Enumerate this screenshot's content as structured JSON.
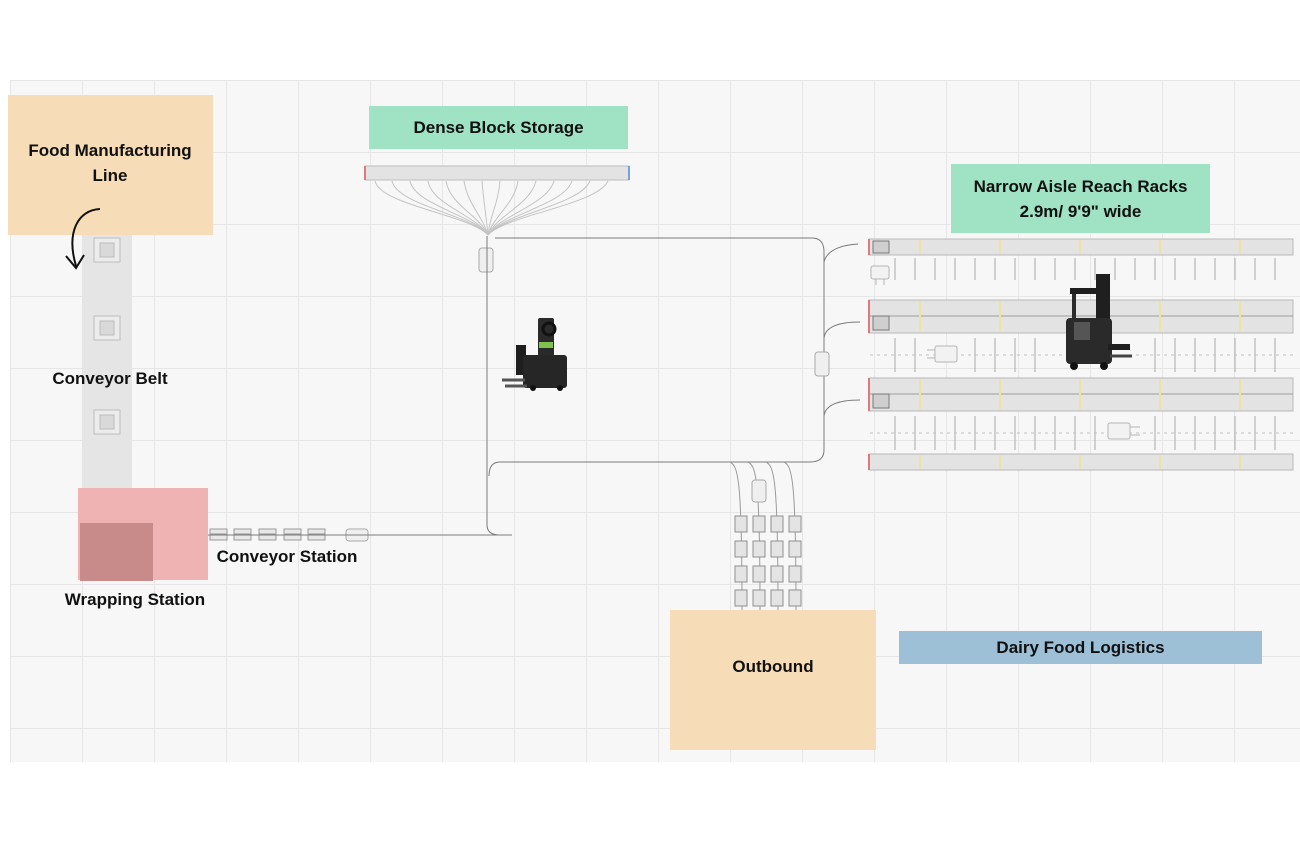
{
  "labels": {
    "food_line": "Food Manufacturing Line",
    "conveyor_belt": "Conveyor Belt",
    "wrapping_station": "Wrapping Station",
    "conveyor_station": "Conveyor Station",
    "dense_block": "Dense Block Storage",
    "narrow_aisle_line1": "Narrow Aisle Reach Racks",
    "narrow_aisle_line2": "2.9m/ 9'9\" wide",
    "outbound": "Outbound",
    "dairy": "Dairy Food Logistics"
  },
  "colors": {
    "orange_zone": "#f6dcb7",
    "green_tag": "#9fe2c4",
    "blue_tag": "#9dc0d7",
    "pink_zone": "#f0b3b3",
    "dark_pink": "#c98a8a",
    "belt": "#e5e5e5",
    "rack": "#e3e3e3",
    "route": "#777777"
  },
  "icons": [
    "curved-arrow-icon",
    "autonomous-forklift-icon",
    "reach-truck-icon",
    "pallet-icon"
  ]
}
